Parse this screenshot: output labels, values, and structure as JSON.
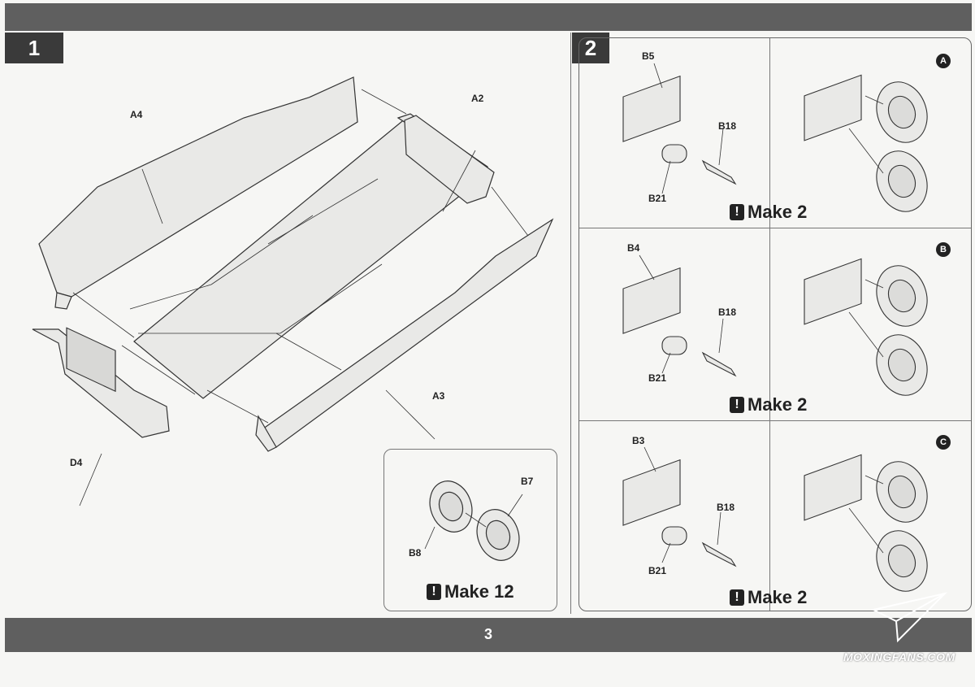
{
  "page": {
    "number": "3"
  },
  "step1": {
    "number": "1",
    "parts": {
      "a4": "A4",
      "a2": "A2",
      "a3": "A3",
      "d4": "D4"
    },
    "inset": {
      "b7": "B7",
      "b8": "B8",
      "make": "Make 12"
    }
  },
  "step2": {
    "number": "2",
    "rows": [
      {
        "badge": "A",
        "top": "B5",
        "right": "B18",
        "bottom": "B21",
        "make": "Make 2"
      },
      {
        "badge": "B",
        "top": "B4",
        "right": "B18",
        "bottom": "B21",
        "make": "Make 2"
      },
      {
        "badge": "C",
        "top": "B3",
        "right": "B18",
        "bottom": "B21",
        "make": "Make 2"
      }
    ]
  },
  "watermark": "MOXINGFANS.COM"
}
